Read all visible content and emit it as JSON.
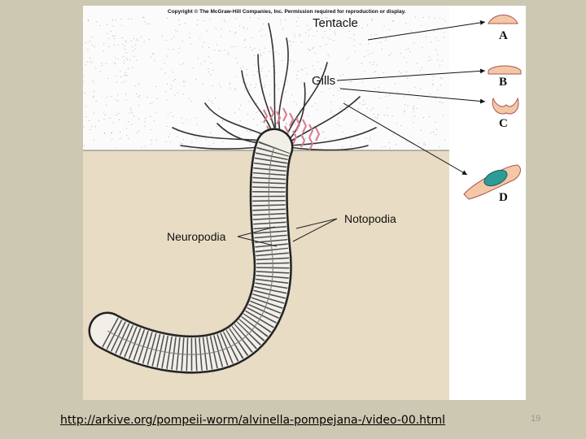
{
  "figure": {
    "copyright": "Copyright © The McGraw-Hill Companies, Inc. Permission required for reproduction or display.",
    "labels": {
      "tentacle": "Tentacle",
      "gills": "Gills",
      "notopodia": "Notopodia",
      "neuropodia": "Neuropodia"
    },
    "letters": [
      "A",
      "B",
      "C",
      "D"
    ]
  },
  "footer": {
    "link_text": "http://arkive.org/pompeii-worm/alvinella-pompejana-/video-00.html",
    "page_number": "19"
  }
}
